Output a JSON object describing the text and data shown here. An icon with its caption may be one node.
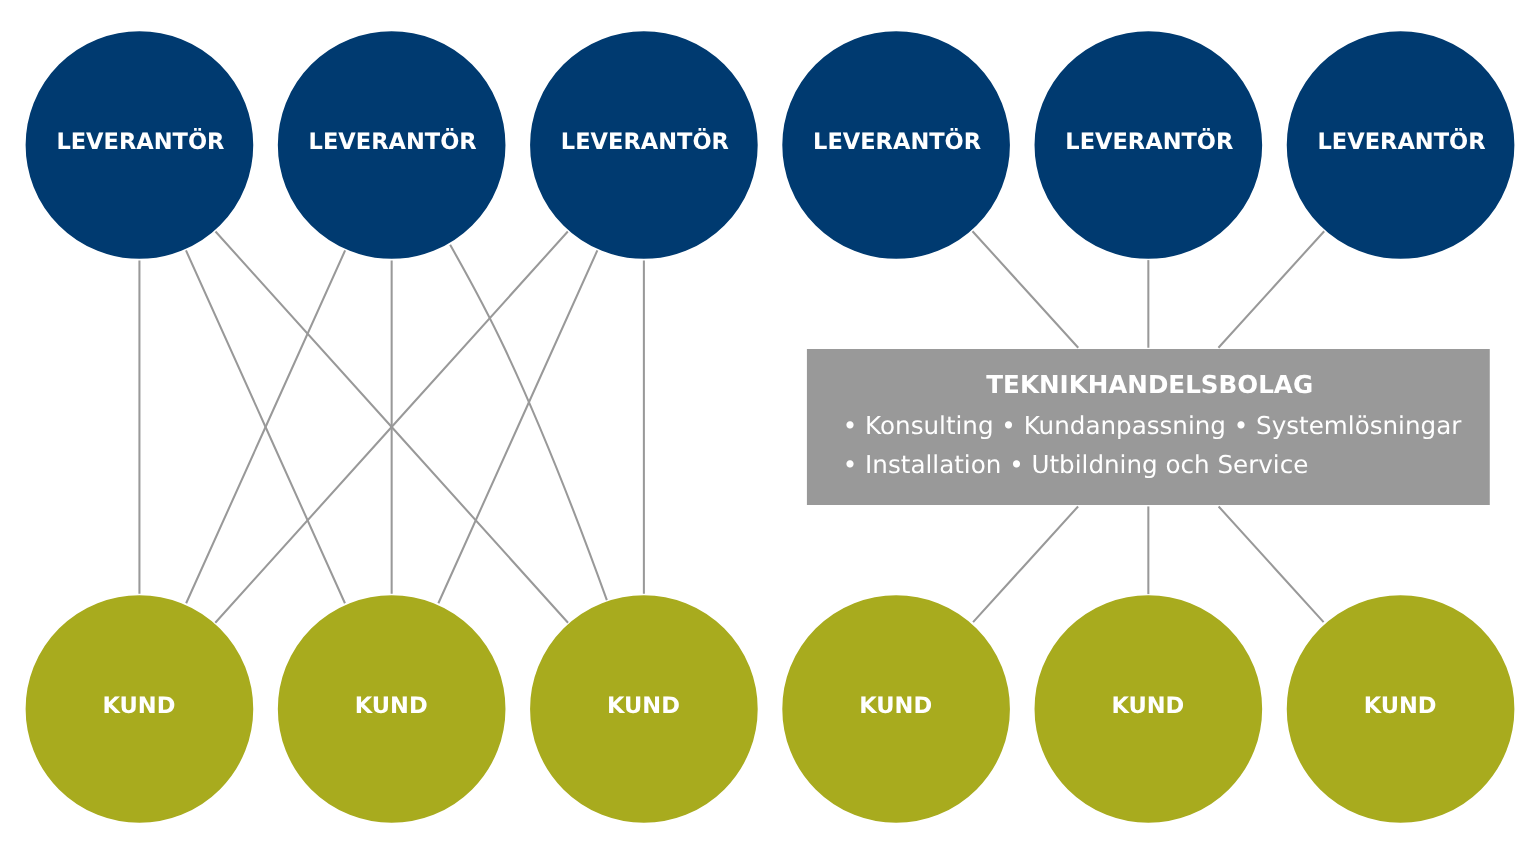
{
  "diagram": {
    "nodes": [
      {
        "text": [
          "LEVERANTÖR"
        ]
      },
      {
        "text": [
          "LEVERANTÖR"
        ]
      },
      {
        "text": [
          "LEVERANTÖR"
        ]
      },
      {
        "text": [
          "KUND"
        ]
      },
      {
        "text": [
          "KUND"
        ]
      },
      {
        "text": [
          "KUND"
        ]
      },
      {
        "text": [
          "LEVERANTÖR"
        ]
      },
      {
        "text": [
          "LEVERANTÖR"
        ]
      },
      {
        "text": [
          "LEVERANTÖR"
        ]
      },
      {
        "text": [
          "TEKNIKHANDELSBOLAG",
          "• Konsulting • Kundanpassning • Systemlösningar",
          "• Installation • Utbildning och Service"
        ]
      },
      {
        "text": [
          "KUND"
        ]
      },
      {
        "text": [
          "KUND"
        ]
      },
      {
        "text": [
          "KUND"
        ]
      }
    ],
    "edges": [
      {
        "from": 0,
        "to": 3,
        "arrow": "none"
      },
      {
        "from": 0,
        "to": 4,
        "arrow": "none"
      },
      {
        "from": 0,
        "to": 5,
        "arrow": "none"
      },
      {
        "from": 1,
        "to": 3,
        "arrow": "none"
      },
      {
        "from": 1,
        "to": 4,
        "arrow": "none"
      },
      {
        "from": 1,
        "to": 5,
        "arrow": "none"
      },
      {
        "from": 2,
        "to": 3,
        "arrow": "none"
      },
      {
        "from": 2,
        "to": 4,
        "arrow": "none"
      },
      {
        "from": 2,
        "to": 5,
        "arrow": "none"
      },
      {
        "from": 6,
        "to": 9,
        "arrow": "none"
      },
      {
        "from": 7,
        "to": 9,
        "arrow": "none"
      },
      {
        "from": 8,
        "to": 9,
        "arrow": "none"
      },
      {
        "from": 9,
        "to": 10,
        "arrow": "none"
      },
      {
        "from": 9,
        "to": 11,
        "arrow": "none"
      },
      {
        "from": 9,
        "to": 12,
        "arrow": "none"
      }
    ]
  }
}
